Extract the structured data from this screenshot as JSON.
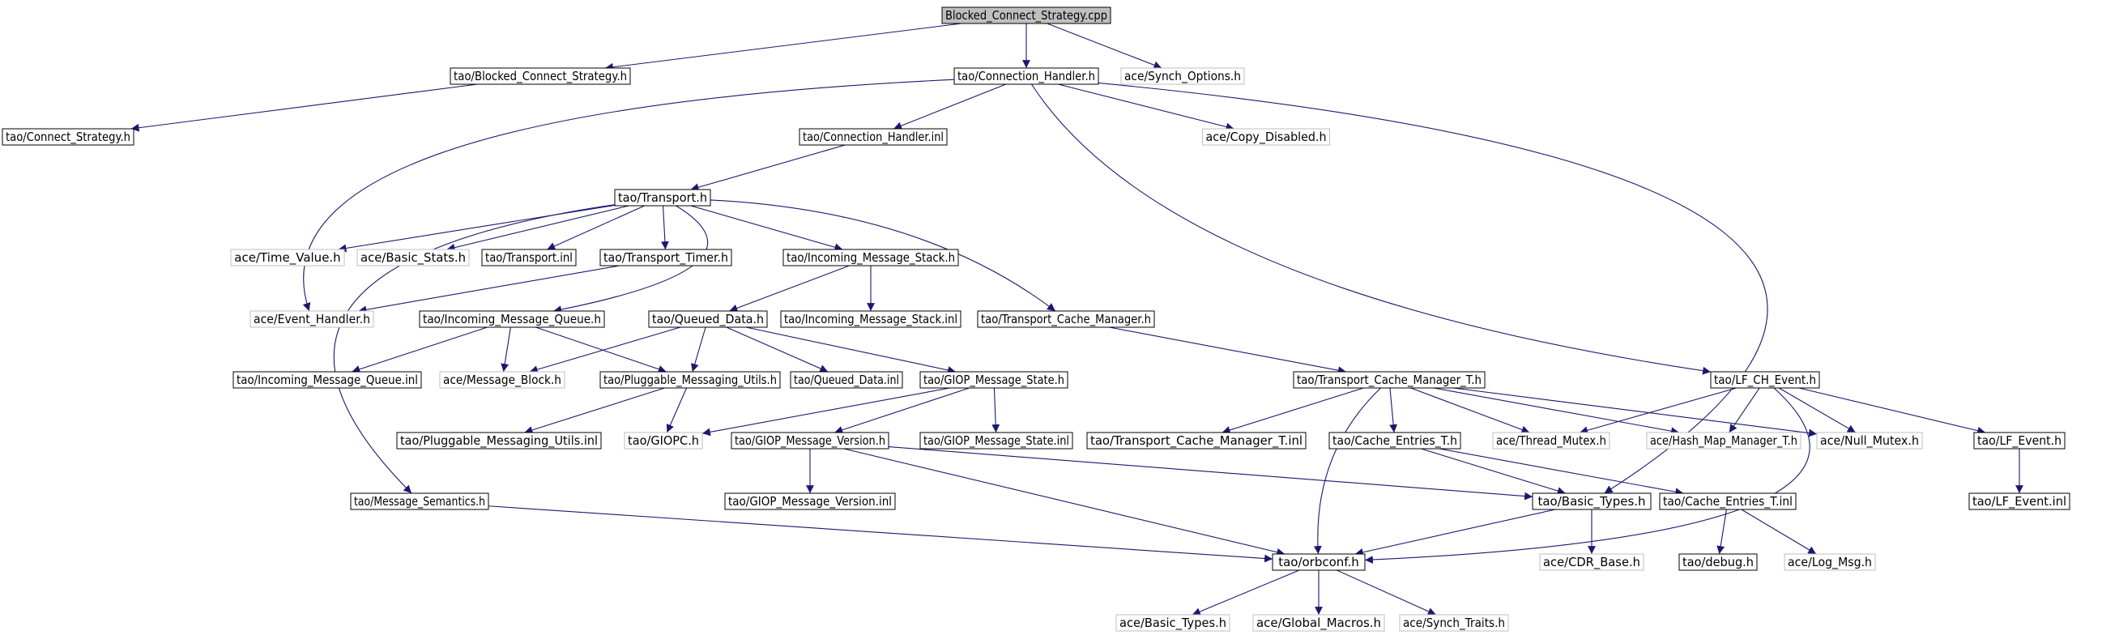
{
  "nodes": [
    {
      "id": "root",
      "label": "Blocked_Connect_Strategy.cpp",
      "style": "root"
    },
    {
      "id": "bcs_h",
      "label": "tao/Blocked_Connect_Strategy.h",
      "style": "solid"
    },
    {
      "id": "conn_h",
      "label": "tao/Connection_Handler.h",
      "style": "solid"
    },
    {
      "id": "synch_opts",
      "label": "ace/Synch_Options.h",
      "style": "gray"
    },
    {
      "id": "connect_strategy",
      "label": "tao/Connect_Strategy.h",
      "style": "solid"
    },
    {
      "id": "conn_inl",
      "label": "tao/Connection_Handler.inl",
      "style": "solid"
    },
    {
      "id": "copy_disabled",
      "label": "ace/Copy_Disabled.h",
      "style": "gray"
    },
    {
      "id": "transport_h",
      "label": "tao/Transport.h",
      "style": "solid"
    },
    {
      "id": "time_value",
      "label": "ace/Time_Value.h",
      "style": "gray"
    },
    {
      "id": "basic_stats",
      "label": "ace/Basic_Stats.h",
      "style": "gray"
    },
    {
      "id": "transport_inl",
      "label": "tao/Transport.inl",
      "style": "solid"
    },
    {
      "id": "transport_timer",
      "label": "tao/Transport_Timer.h",
      "style": "solid"
    },
    {
      "id": "ims_h",
      "label": "tao/Incoming_Message_Stack.h",
      "style": "solid"
    },
    {
      "id": "event_handler",
      "label": "ace/Event_Handler.h",
      "style": "gray"
    },
    {
      "id": "imq_h",
      "label": "tao/Incoming_Message_Queue.h",
      "style": "solid"
    },
    {
      "id": "queued_data_h",
      "label": "tao/Queued_Data.h",
      "style": "solid"
    },
    {
      "id": "ims_inl",
      "label": "tao/Incoming_Message_Stack.inl",
      "style": "solid"
    },
    {
      "id": "tcm_h",
      "label": "tao/Transport_Cache_Manager.h",
      "style": "solid"
    },
    {
      "id": "imq_inl",
      "label": "tao/Incoming_Message_Queue.inl",
      "style": "solid"
    },
    {
      "id": "message_block",
      "label": "ace/Message_Block.h",
      "style": "gray"
    },
    {
      "id": "pmu_h",
      "label": "tao/Pluggable_Messaging_Utils.h",
      "style": "solid"
    },
    {
      "id": "queued_data_inl",
      "label": "tao/Queued_Data.inl",
      "style": "solid"
    },
    {
      "id": "gms_h",
      "label": "tao/GIOP_Message_State.h",
      "style": "solid"
    },
    {
      "id": "tcmt_h",
      "label": "tao/Transport_Cache_Manager_T.h",
      "style": "solid"
    },
    {
      "id": "lfch_h",
      "label": "tao/LF_CH_Event.h",
      "style": "solid"
    },
    {
      "id": "pmu_inl",
      "label": "tao/Pluggable_Messaging_Utils.inl",
      "style": "solid"
    },
    {
      "id": "giopc",
      "label": "tao/GIOPC.h",
      "style": "gray"
    },
    {
      "id": "gmv_h",
      "label": "tao/GIOP_Message_Version.h",
      "style": "solid"
    },
    {
      "id": "gms_inl",
      "label": "tao/GIOP_Message_State.inl",
      "style": "solid"
    },
    {
      "id": "tcmt_inl",
      "label": "tao/Transport_Cache_Manager_T.inl",
      "style": "solid"
    },
    {
      "id": "cet_h",
      "label": "tao/Cache_Entries_T.h",
      "style": "solid"
    },
    {
      "id": "thread_mutex",
      "label": "ace/Thread_Mutex.h",
      "style": "gray"
    },
    {
      "id": "hash_map",
      "label": "ace/Hash_Map_Manager_T.h",
      "style": "gray"
    },
    {
      "id": "null_mutex",
      "label": "ace/Null_Mutex.h",
      "style": "gray"
    },
    {
      "id": "lf_event_h",
      "label": "tao/LF_Event.h",
      "style": "solid"
    },
    {
      "id": "msg_sem",
      "label": "tao/Message_Semantics.h",
      "style": "solid"
    },
    {
      "id": "gmv_inl",
      "label": "tao/GIOP_Message_Version.inl",
      "style": "solid"
    },
    {
      "id": "basic_types",
      "label": "tao/Basic_Types.h",
      "style": "solid"
    },
    {
      "id": "cet_inl",
      "label": "tao/Cache_Entries_T.inl",
      "style": "solid"
    },
    {
      "id": "lf_event_inl",
      "label": "tao/LF_Event.inl",
      "style": "solid"
    },
    {
      "id": "orbconf",
      "label": "tao/orbconf.h",
      "style": "solid"
    },
    {
      "id": "cdr_base",
      "label": "ace/CDR_Base.h",
      "style": "gray"
    },
    {
      "id": "debug",
      "label": "tao/debug.h",
      "style": "solid"
    },
    {
      "id": "log_msg",
      "label": "ace/Log_Msg.h",
      "style": "gray"
    },
    {
      "id": "ace_basic_types",
      "label": "ace/Basic_Types.h",
      "style": "gray"
    },
    {
      "id": "global_macros",
      "label": "ace/Global_Macros.h",
      "style": "gray"
    },
    {
      "id": "synch_traits",
      "label": "ace/Synch_Traits.h",
      "style": "gray"
    }
  ],
  "edges": [
    [
      "root",
      "bcs_h"
    ],
    [
      "root",
      "conn_h"
    ],
    [
      "root",
      "synch_opts"
    ],
    [
      "bcs_h",
      "connect_strategy"
    ],
    [
      "conn_h",
      "conn_inl"
    ],
    [
      "conn_h",
      "copy_disabled"
    ],
    [
      "conn_h",
      "event_handler"
    ],
    [
      "conn_h",
      "lfch_h"
    ],
    [
      "conn_h",
      "basic_types"
    ],
    [
      "conn_inl",
      "transport_h"
    ],
    [
      "transport_h",
      "time_value"
    ],
    [
      "transport_h",
      "basic_stats"
    ],
    [
      "transport_h",
      "transport_inl"
    ],
    [
      "transport_h",
      "transport_timer"
    ],
    [
      "transport_h",
      "ims_h"
    ],
    [
      "transport_h",
      "imq_h"
    ],
    [
      "transport_h",
      "tcm_h"
    ],
    [
      "transport_h",
      "msg_sem"
    ],
    [
      "transport_timer",
      "event_handler"
    ],
    [
      "ims_h",
      "queued_data_h"
    ],
    [
      "ims_h",
      "ims_inl"
    ],
    [
      "imq_h",
      "imq_inl"
    ],
    [
      "imq_h",
      "message_block"
    ],
    [
      "imq_h",
      "pmu_h"
    ],
    [
      "queued_data_h",
      "message_block"
    ],
    [
      "queued_data_h",
      "pmu_h"
    ],
    [
      "queued_data_h",
      "queued_data_inl"
    ],
    [
      "queued_data_h",
      "gms_h"
    ],
    [
      "tcm_h",
      "tcmt_h"
    ],
    [
      "pmu_h",
      "pmu_inl"
    ],
    [
      "pmu_h",
      "giopc"
    ],
    [
      "gms_h",
      "giopc"
    ],
    [
      "gms_h",
      "gmv_h"
    ],
    [
      "gms_h",
      "gms_inl"
    ],
    [
      "gmv_h",
      "gmv_inl"
    ],
    [
      "gmv_h",
      "orbconf"
    ],
    [
      "gmv_h",
      "basic_types"
    ],
    [
      "tcmt_h",
      "tcmt_inl"
    ],
    [
      "tcmt_h",
      "cet_h"
    ],
    [
      "tcmt_h",
      "thread_mutex"
    ],
    [
      "tcmt_h",
      "hash_map"
    ],
    [
      "tcmt_h",
      "null_mutex"
    ],
    [
      "tcmt_h",
      "orbconf"
    ],
    [
      "lfch_h",
      "thread_mutex"
    ],
    [
      "lfch_h",
      "hash_map"
    ],
    [
      "lfch_h",
      "null_mutex"
    ],
    [
      "lfch_h",
      "lf_event_h"
    ],
    [
      "lfch_h",
      "orbconf"
    ],
    [
      "cet_h",
      "basic_types"
    ],
    [
      "cet_h",
      "cet_inl"
    ],
    [
      "lf_event_h",
      "lf_event_inl"
    ],
    [
      "msg_sem",
      "orbconf"
    ],
    [
      "basic_types",
      "orbconf"
    ],
    [
      "basic_types",
      "cdr_base"
    ],
    [
      "cet_inl",
      "debug"
    ],
    [
      "cet_inl",
      "log_msg"
    ],
    [
      "orbconf",
      "ace_basic_types"
    ],
    [
      "orbconf",
      "global_macros"
    ],
    [
      "orbconf",
      "synch_traits"
    ]
  ],
  "colors": {
    "edge": "#191970",
    "solid_border": "#000000",
    "gray_border": "#bfbfbf",
    "root_fill": "#bfbfbf",
    "text": "#000000"
  }
}
